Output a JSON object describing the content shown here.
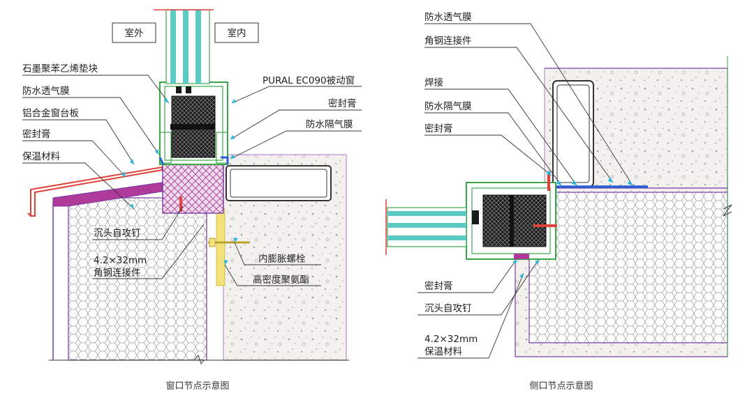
{
  "left": {
    "caption": "窗口节点示意图",
    "side_outdoor": "室外",
    "side_indoor": "室内",
    "labels": {
      "graphite_eps_block": "石墨聚苯乙烯垫块",
      "waterproof_breathable": "防水透气膜",
      "aluminum_sill": "铝合金窗台板",
      "sealant_left": "密封膏",
      "insulation": "保温材料",
      "countersunk_screw": "沉头自攻钉",
      "connector_size": "4.2×32mm",
      "angle_connector": "角钢连接件",
      "window_model": "PURAL EC090被动窗",
      "sealant_right": "密封膏",
      "vapor_barrier": "防水隔气膜",
      "expansion_bolt": "内膨胀螺栓",
      "hd_pu": "高密度聚氨酯"
    }
  },
  "right": {
    "caption": "侧口节点示意图",
    "labels": {
      "waterproof_breathable": "防水透气膜",
      "angle_connector": "角钢连接件",
      "weld": "焊接",
      "vapor_barrier": "防水隔气膜",
      "sealant_top": "密封膏",
      "sealant_bottom": "密封膏",
      "countersunk_screw": "沉头自攻钉",
      "connector_size": "4.2×32mm",
      "insulation": "保温材料"
    }
  },
  "colors": {
    "frame_green": "#3aa64a",
    "glass_teal": "#5cc9c4",
    "membrane_blue": "#2b5fd6",
    "leader_cyan": "#28b9d8",
    "sill_red": "#e0413a",
    "block_purple": "#b03a9a",
    "outline_purple": "#7a3aa6",
    "concrete_fill": "#f2f0ec",
    "yellow_ins": "#f3e27a"
  }
}
